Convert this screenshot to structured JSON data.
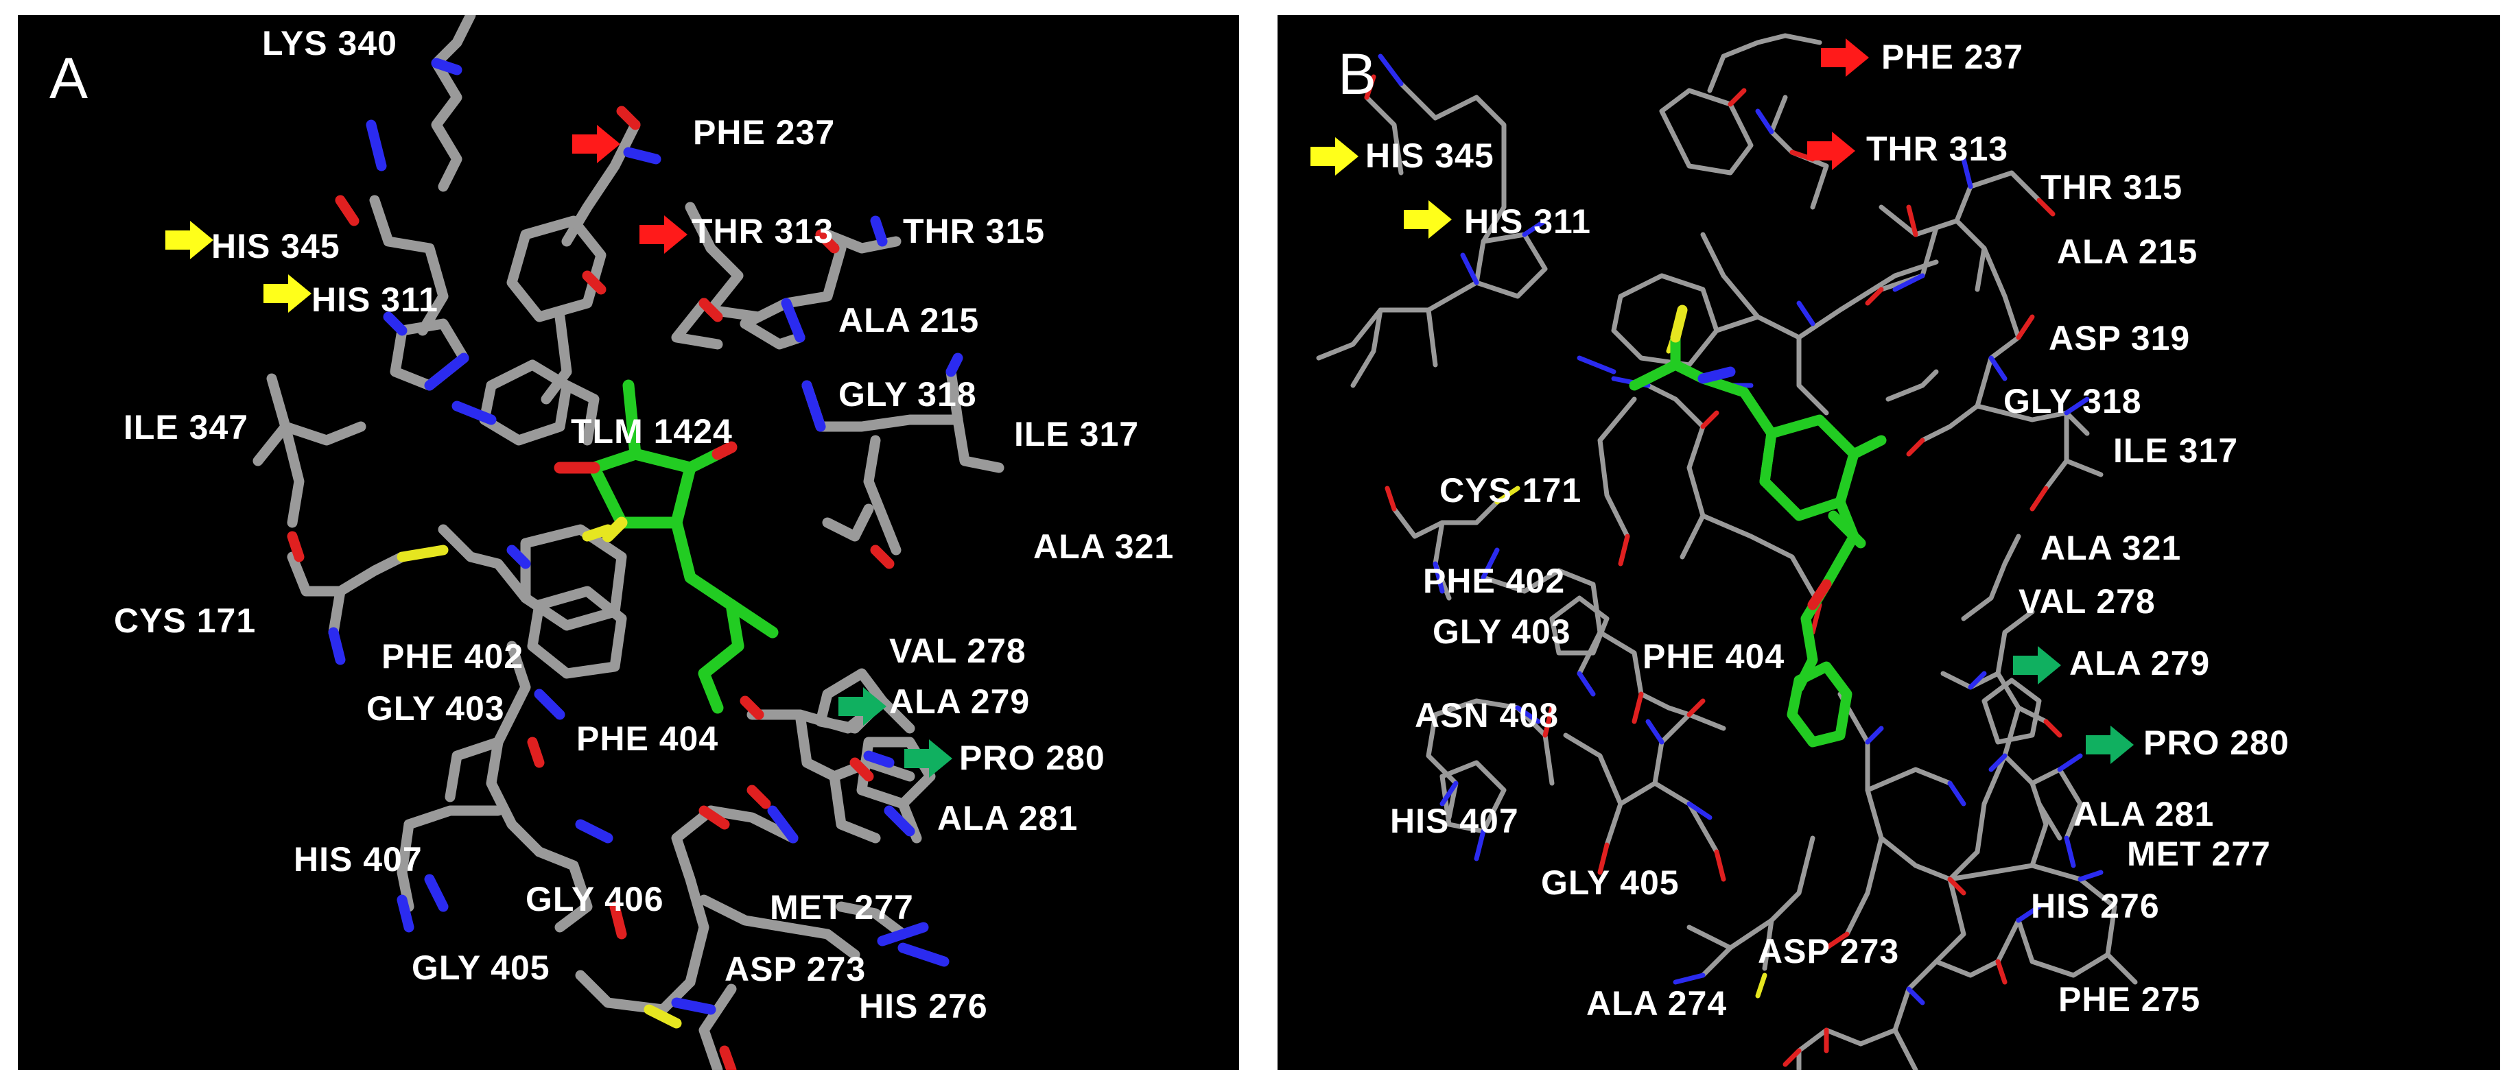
{
  "colors": {
    "background": "#000000",
    "frame": "#ffffff",
    "carbon": "#9a9a9a",
    "nitrogen": "#2b2bf0",
    "oxygen": "#e02020",
    "sulfur": "#e6e620",
    "ligand": "#22cc22",
    "arrow_red": "#ff1a1a",
    "arrow_yellow": "#ffff1a",
    "arrow_green": "#10b060"
  },
  "panels": [
    {
      "letter": "A",
      "ligand_label": "TLM 1424",
      "labels": [
        "LYS 340",
        "PHE 237",
        "HIS 345",
        "THR 313",
        "THR 315",
        "HIS 311",
        "ALA 215",
        "GLY 318",
        "ILE 347",
        "ILE 317",
        "ALA 321",
        "CYS 171",
        "PHE 402",
        "VAL 278",
        "GLY 403",
        "ALA 279",
        "PHE 404",
        "PRO 280",
        "ALA 281",
        "HIS 407",
        "GLY 406",
        "MET 277",
        "GLY 405",
        "ASP 273",
        "HIS 276"
      ],
      "arrows": [
        {
          "color": "red",
          "points_to": "PHE 237"
        },
        {
          "color": "red",
          "points_to": "THR 313"
        },
        {
          "color": "yellow",
          "points_to": "HIS 345"
        },
        {
          "color": "yellow",
          "points_to": "HIS 311"
        },
        {
          "color": "green",
          "points_to": "ALA 279"
        },
        {
          "color": "green",
          "points_to": "PRO 280"
        }
      ]
    },
    {
      "letter": "B",
      "labels": [
        "PHE 237",
        "HIS 345",
        "THR 313",
        "THR 315",
        "HIS 311",
        "ALA 215",
        "ASP 319",
        "GLY 318",
        "ILE 317",
        "CYS 171",
        "ALA 321",
        "PHE 402",
        "VAL 278",
        "GLY 403",
        "PHE 404",
        "ALA 279",
        "ASN 408",
        "PRO 280",
        "HIS 407",
        "ALA 281",
        "MET 277",
        "GLY 405",
        "HIS 276",
        "ASP 273",
        "ALA 274",
        "PHE 275"
      ],
      "arrows": [
        {
          "color": "red",
          "points_to": "PHE 237"
        },
        {
          "color": "red",
          "points_to": "THR 313"
        },
        {
          "color": "yellow",
          "points_to": "HIS 345"
        },
        {
          "color": "yellow",
          "points_to": "HIS 311"
        },
        {
          "color": "green",
          "points_to": "ALA 279"
        },
        {
          "color": "green",
          "points_to": "PRO 280"
        }
      ]
    }
  ]
}
